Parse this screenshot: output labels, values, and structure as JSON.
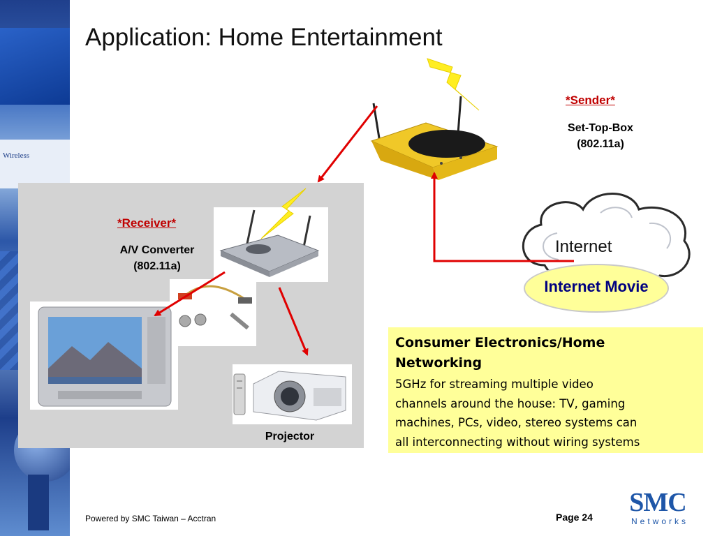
{
  "slide": {
    "title": "Application: Home Entertainment",
    "accent_color": "#c00000",
    "info_bg": "#ffff99"
  },
  "sidebar": {
    "strip_text": "Wireless"
  },
  "sender": {
    "tag": "*Sender*",
    "device_line1": "Set-Top-Box",
    "device_line2": "(802.11a)"
  },
  "receiver": {
    "tag": "*Receiver*",
    "device_line1": "A/V Converter",
    "device_line2": "(802.11a)"
  },
  "projector": {
    "label": "Projector"
  },
  "internet": {
    "cloud_label": "Internet",
    "movie_label": "Internet Movie"
  },
  "info_box": {
    "heading_line1": "Consumer Electronics/Home",
    "heading_line2": "Networking",
    "body_lines": [
      "5GHz for streaming multiple video",
      "channels around the house: TV, gaming",
      "machines, PCs, video, stereo systems can",
      "all interconnecting without wiring systems"
    ]
  },
  "footer": {
    "credit": "Powered by SMC Taiwan – Acctran",
    "page": "Page 24"
  },
  "logo": {
    "brand": "SMC",
    "sub": "Networks"
  },
  "icons": [
    "wireless-signal-icon",
    "set-top-box-icon",
    "av-converter-icon",
    "tv-icon",
    "projector-icon",
    "cloud-icon"
  ]
}
